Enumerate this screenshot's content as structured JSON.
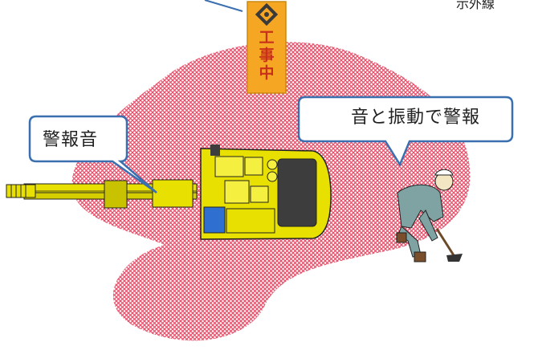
{
  "top_label": "示外線",
  "sign": {
    "chars": [
      "工",
      "事",
      "中"
    ]
  },
  "callouts": {
    "alarm": "警報音",
    "warning": "音と振動で警報"
  },
  "colors": {
    "danger_zone": "#e8506a",
    "excavator": "#e8e000",
    "excavator_outline": "#222222",
    "sign": "#f5a623",
    "sign_text": "#c8301a",
    "worker": "#7fa3a3",
    "callout_fill": "#ffffff",
    "callout_stroke": "#3a6fb0"
  }
}
